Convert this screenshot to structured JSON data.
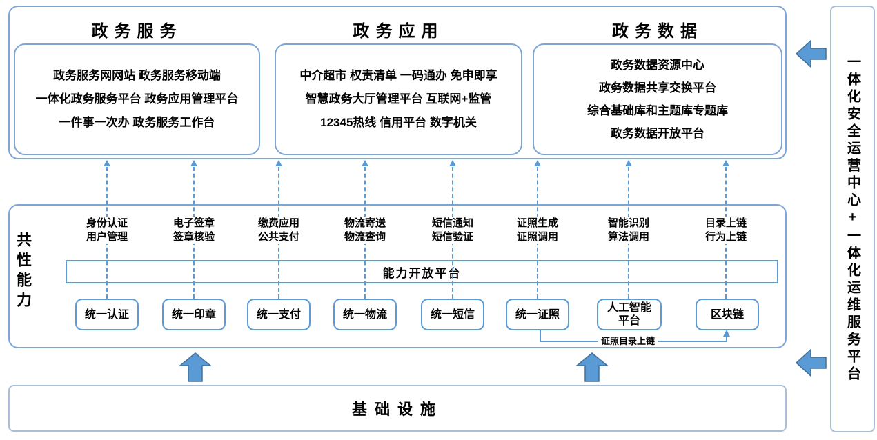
{
  "diagram": {
    "top_sections": [
      {
        "title": "政务服务",
        "lines": [
          "政务服务网网站 政务服务移动端",
          "一体化政务服务平台 政务应用管理平台",
          "一件事一次办 政务服务工作台"
        ]
      },
      {
        "title": "政务应用",
        "lines": [
          "中介超市 权责清单 一码通办 免申即享",
          "智慧政务大厅管理平台 互联网+监管",
          "12345热线 信用平台 数字机关"
        ]
      },
      {
        "title": "政务数据",
        "lines": [
          "政务数据资源中心",
          "政务数据共享交换平台",
          "综合基础库和主题库专题库",
          "政务数据开放平台"
        ]
      }
    ],
    "capability_section": {
      "side_label": "共性能力",
      "platform_bar": "能力开放平台",
      "columns": [
        {
          "cap_top": "身份认证",
          "cap_bottom": "用户管理",
          "platform": "统一认证"
        },
        {
          "cap_top": "电子签章",
          "cap_bottom": "签章核验",
          "platform": "统一印章"
        },
        {
          "cap_top": "缴费应用",
          "cap_bottom": "公共支付",
          "platform": "统一支付"
        },
        {
          "cap_top": "物流寄送",
          "cap_bottom": "物流查询",
          "platform": "统一物流"
        },
        {
          "cap_top": "短信通知",
          "cap_bottom": "短信验证",
          "platform": "统一短信"
        },
        {
          "cap_top": "证照生成",
          "cap_bottom": "证照调用",
          "platform": "统一证照"
        },
        {
          "cap_top": "智能识别",
          "cap_bottom": "算法调用",
          "platform": "人工智能 平台"
        },
        {
          "cap_top": "目录上链",
          "cap_bottom": "行为上链",
          "platform": "区块链"
        }
      ],
      "connector_label": "证照目录上链"
    },
    "bottom_section": {
      "title": "基础设施"
    },
    "sidebar": {
      "label": "一体化安全运营中心+一体化运维服务平台"
    },
    "colors": {
      "box_border": "#7fa5d6",
      "accent": "#5b9bd5",
      "arrow_fill": "#5b9bd5",
      "arrow_stroke": "#41719c",
      "light_border": "#a9bfd9",
      "text": "#000000"
    }
  }
}
